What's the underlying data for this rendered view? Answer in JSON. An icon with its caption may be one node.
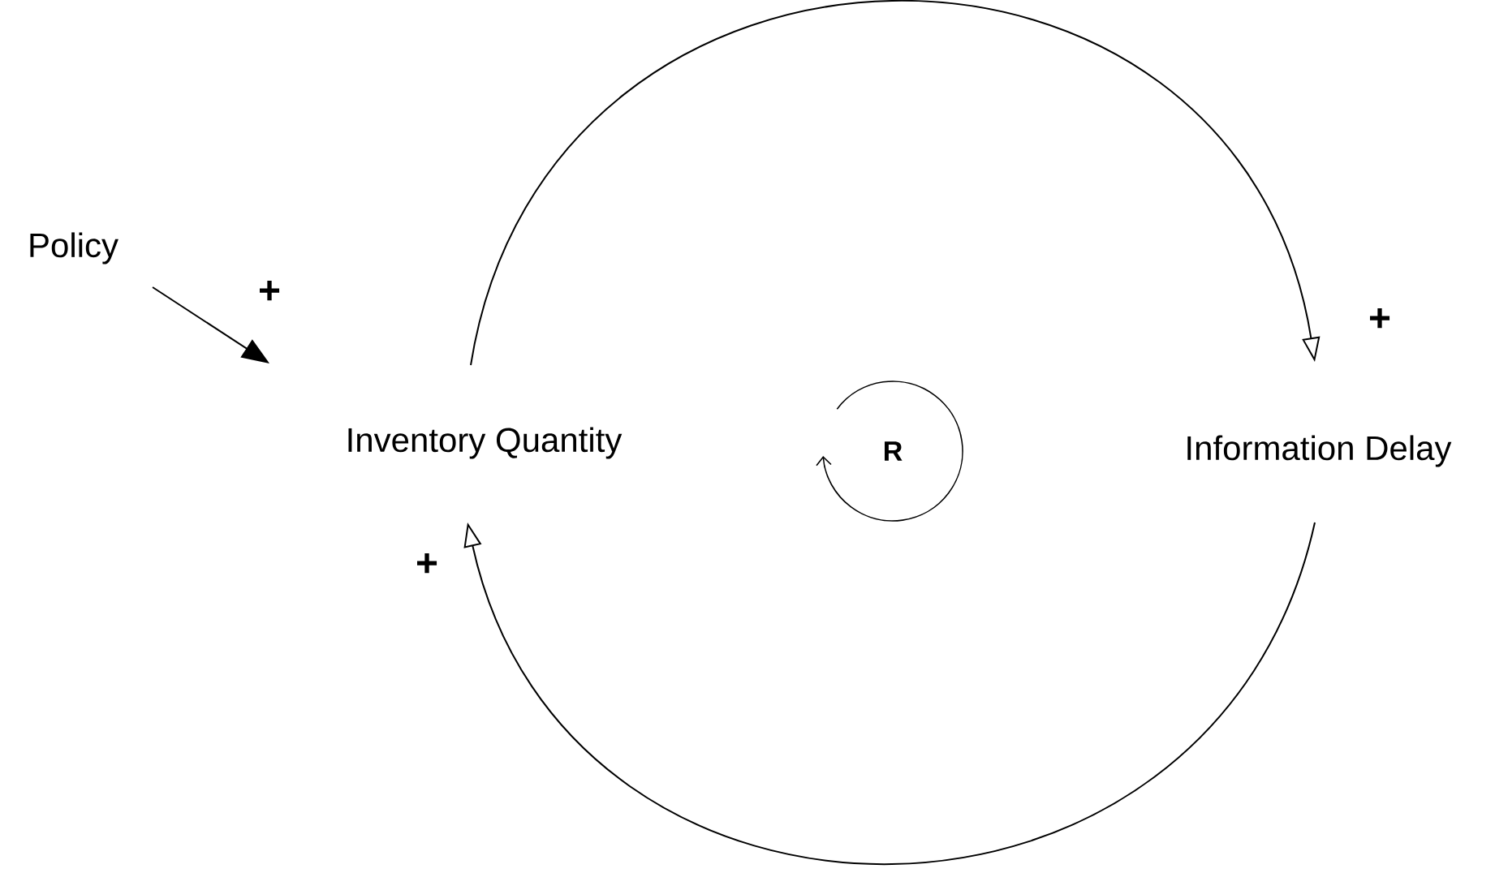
{
  "diagram": {
    "nodes": [
      {
        "text": [
          "Policy"
        ]
      },
      {
        "text": [
          "Inventory Quantity"
        ]
      },
      {
        "text": [
          "Information Delay"
        ]
      },
      {
        "text": [
          "R"
        ]
      }
    ],
    "edges": [
      {
        "from": 0,
        "to": 1,
        "arrow": "to",
        "label": "+"
      },
      {
        "from": 1,
        "to": 2,
        "arrow": "to",
        "label": "+"
      },
      {
        "from": 2,
        "to": 1,
        "arrow": "to",
        "label": "+"
      }
    ]
  }
}
